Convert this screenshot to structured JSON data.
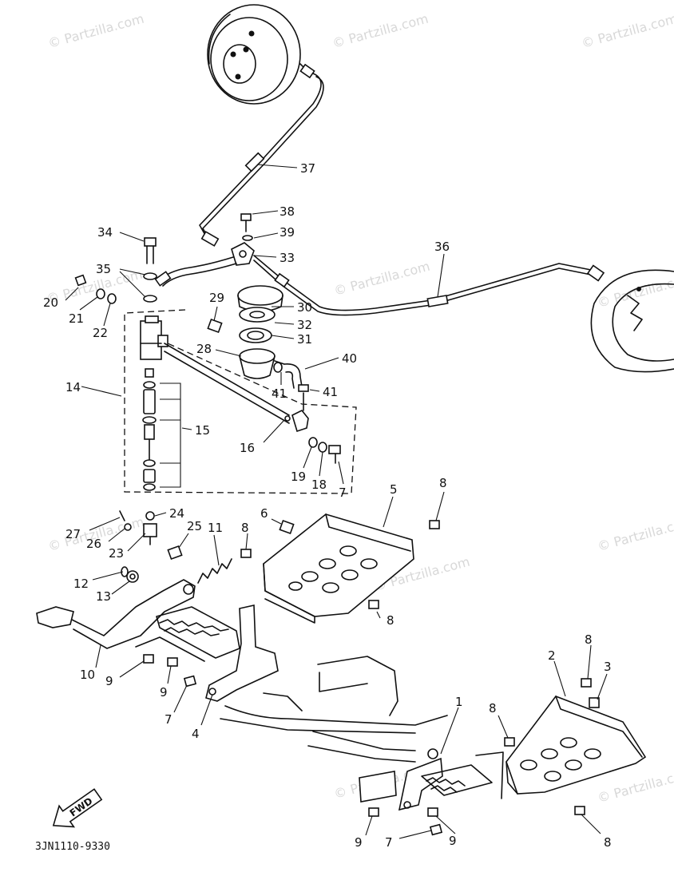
{
  "watermark": "© Partzilla.com",
  "diagram_code": "3JN1110-9330",
  "fwd_label": "FWD",
  "callouts": {
    "c1": "1",
    "c2": "2",
    "c3": "3",
    "c4": "4",
    "c5": "5",
    "c6": "6",
    "c7a": "7",
    "c7b": "7",
    "c7c": "7",
    "c8a": "8",
    "c8b": "8",
    "c8c": "8",
    "c8d": "8",
    "c8e": "8",
    "c8f": "8",
    "c9a": "9",
    "c9b": "9",
    "c9c": "9",
    "c9d": "9",
    "c10": "10",
    "c11": "11",
    "c12": "12",
    "c13": "13",
    "c14": "14",
    "c15": "15",
    "c16": "16",
    "c18": "18",
    "c19": "19",
    "c20": "20",
    "c21": "21",
    "c22": "22",
    "c23": "23",
    "c24": "24",
    "c25": "25",
    "c26": "26",
    "c27": "27",
    "c28": "28",
    "c29": "29",
    "c30": "30",
    "c31": "31",
    "c32": "32",
    "c33": "33",
    "c34": "34",
    "c35": "35",
    "c36": "36",
    "c37": "37",
    "c38": "38",
    "c39": "39",
    "c40": "40",
    "c41a": "41",
    "c41b": "41"
  }
}
